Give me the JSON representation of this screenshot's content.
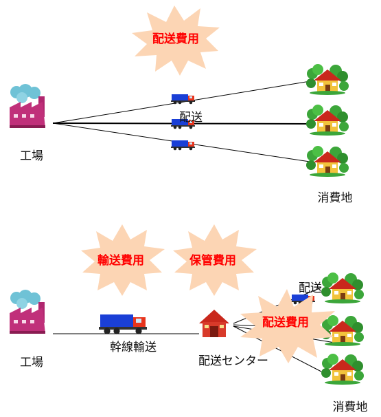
{
  "colors": {
    "burst_fill": "#fcd5b4",
    "burst_text": "#ff0000",
    "line": "#000000",
    "truck_cab": "#e8341c",
    "truck_trailer": "#1a3fd6",
    "factory_body": "#c0307a",
    "factory_smoke": "#6fc2d6",
    "house_roof": "#c9281c",
    "house_wall": "#f2c33c",
    "tree_green": "#3ca63a"
  },
  "icons": {
    "factory": "factory-icon",
    "truck": "truck-icon",
    "house": "house-with-trees-icon",
    "distribution_center": "distribution-center-icon",
    "burst": "explosion-burst-shape"
  },
  "top": {
    "factory_label": "工場",
    "delivery_label": "配送",
    "consumer_label": "消費地",
    "cost_label": "配送費用"
  },
  "bottom": {
    "factory_label": "工場",
    "trunk_label": "幹線輸送",
    "center_label": "配送センター",
    "delivery_label": "配送",
    "consumer_label": "消費地",
    "transport_cost_label": "輸送費用",
    "storage_cost_label": "保管費用",
    "delivery_cost_label": "配送費用"
  }
}
